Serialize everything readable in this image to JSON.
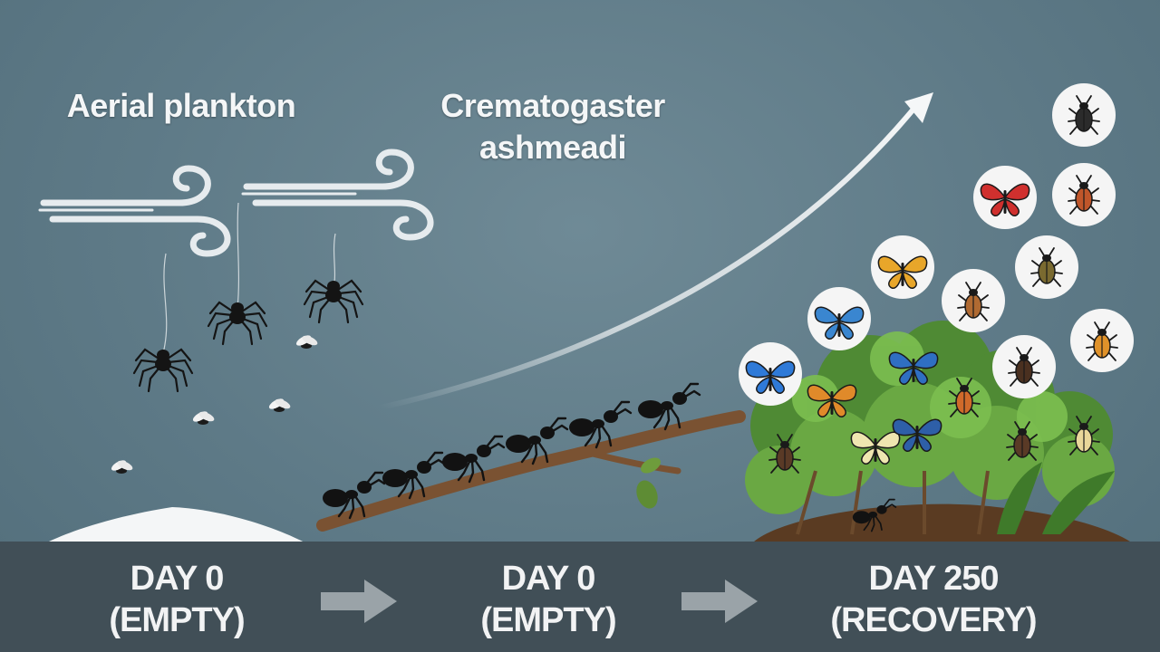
{
  "labels": {
    "aerial": "Aerial plankton",
    "ant_line1": "Crematogaster",
    "ant_line2": "ashmeadi"
  },
  "timeline": [
    {
      "line1": "DAY 0",
      "line2": "(EMPTY)"
    },
    {
      "line1": "DAY 0",
      "line2": "(EMPTY)"
    },
    {
      "line1": "DAY 250",
      "line2": "(RECOVERY)"
    }
  ],
  "colors": {
    "background": "#5e7a87",
    "bar": "#414f57",
    "text": "#f4f6f7",
    "foliage": "#5f9a3c",
    "branch": "#7a5232",
    "arrow": "#f5f7f8"
  },
  "icons": {
    "wind": "wind-icon",
    "spider": "spider-icon",
    "ant": "ant-icon",
    "butterfly": "butterfly-icon",
    "beetle": "beetle-icon",
    "step": "arrow-right-icon"
  }
}
